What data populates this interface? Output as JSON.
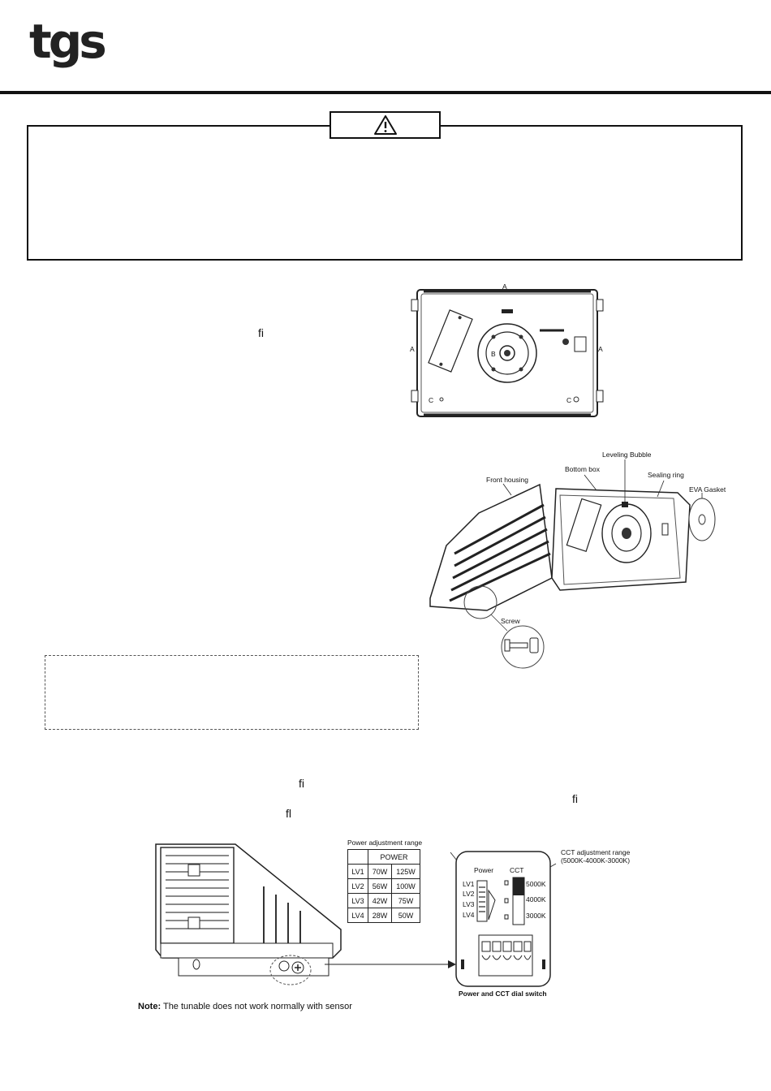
{
  "brand": {
    "logo_text": "tgs"
  },
  "warning": {
    "icon": "warning-triangle-icon"
  },
  "stray_glyphs": {
    "fi_1": "ﬁ",
    "fi_2": "ﬁ",
    "fi_3": "ﬁ",
    "fl_1": "ﬂ"
  },
  "figure_top": {
    "label_a_top": "A",
    "label_a_left": "A",
    "label_a_right": "A",
    "label_b": "B",
    "label_c_left": "C",
    "label_c_right": "C"
  },
  "figure_open": {
    "leveling_bubble": "Leveling Bubble",
    "bottom_box": "Bottom box",
    "front_housing": "Front housing",
    "sealing_ring": "Sealing ring",
    "eva_gasket": "EVA Gasket",
    "screw": "Screw"
  },
  "power_table": {
    "caption": "Power adjustment range",
    "header": "POWER",
    "rows": [
      {
        "level": "LV1",
        "low": "70W",
        "high": "125W"
      },
      {
        "level": "LV2",
        "low": "56W",
        "high": "100W"
      },
      {
        "level": "LV3",
        "low": "42W",
        "high": "75W"
      },
      {
        "level": "LV4",
        "low": "28W",
        "high": "50W"
      }
    ]
  },
  "switch_panel": {
    "cct_caption_1": "CCT adjustment range",
    "cct_caption_2": "(5000K-4000K-3000K)",
    "power_label": "Power",
    "cct_label": "CCT",
    "levels": [
      "LV1",
      "LV2",
      "LV3",
      "LV4"
    ],
    "cct_values": [
      "5000K",
      "4000K",
      "3000K"
    ],
    "title": "Power and CCT dial switch"
  },
  "note": {
    "label": "Note:",
    "text": "The tunable does not work normally with sensor"
  }
}
